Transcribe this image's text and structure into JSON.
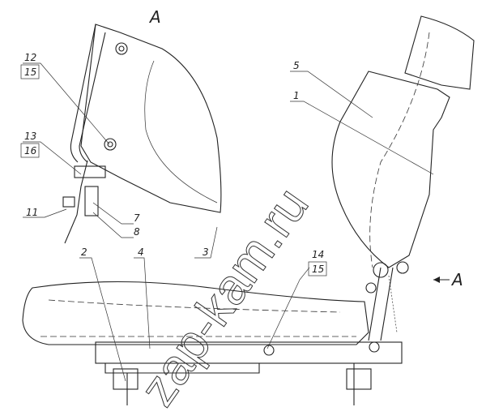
{
  "view_labels": {
    "top": "A",
    "arrow": "A"
  },
  "callouts": {
    "c12_15": {
      "top": "12",
      "bottom": "15"
    },
    "c13_16": {
      "top": "13",
      "bottom": "16"
    },
    "c11": "11",
    "c7": "7",
    "c8": "8",
    "c2": "2",
    "c4": "4",
    "c3": "3",
    "c5": "5",
    "c1": "1",
    "c14_15": {
      "top": "14",
      "bottom": "15"
    }
  },
  "watermark": "zap-kam.ru"
}
